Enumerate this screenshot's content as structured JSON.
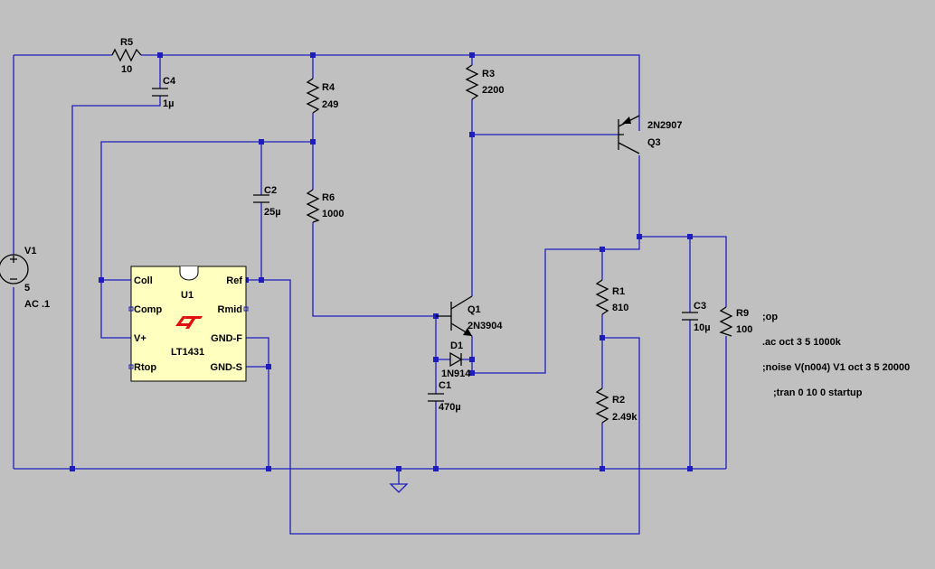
{
  "components": {
    "r5": {
      "name": "R5",
      "value": "10"
    },
    "c4": {
      "name": "C4",
      "value": "1µ"
    },
    "r4": {
      "name": "R4",
      "value": "249"
    },
    "r3": {
      "name": "R3",
      "value": "2200"
    },
    "q3": {
      "model": "2N2907",
      "name": "Q3"
    },
    "c2": {
      "name": "C2",
      "value": "25µ"
    },
    "r6": {
      "name": "R6",
      "value": "1000"
    },
    "v1": {
      "name": "V1",
      "value": "5",
      "ac": "AC .1"
    },
    "u1": {
      "name": "U1",
      "part": "LT1431",
      "pins": {
        "coll": "Coll",
        "comp": "Comp",
        "vplus": "V+",
        "rtop": "Rtop",
        "ref": "Ref",
        "rmid": "Rmid",
        "gndf": "GND-F",
        "gnds": "GND-S"
      }
    },
    "q1": {
      "name": "Q1",
      "model": "2N3904"
    },
    "d1": {
      "name": "D1",
      "model": "1N914"
    },
    "c1": {
      "name": "C1",
      "value": "470µ"
    },
    "r1": {
      "name": "R1",
      "value": "810"
    },
    "r2": {
      "name": "R2",
      "value": "2.49k"
    },
    "c3": {
      "name": "C3",
      "value": "10µ"
    },
    "r9": {
      "name": "R9",
      "value": "100"
    }
  },
  "directives": [
    ";op",
    ".ac oct 3 5 1000k",
    ";noise V(n004) V1 oct 3 5 20000",
    ";tran 0 10 0 startup"
  ],
  "colors": {
    "background": "#c0c0c0",
    "wire": "#1e1ebe",
    "component": "#000000",
    "ic_fill": "#ffffc0",
    "logo": "#e01010"
  }
}
